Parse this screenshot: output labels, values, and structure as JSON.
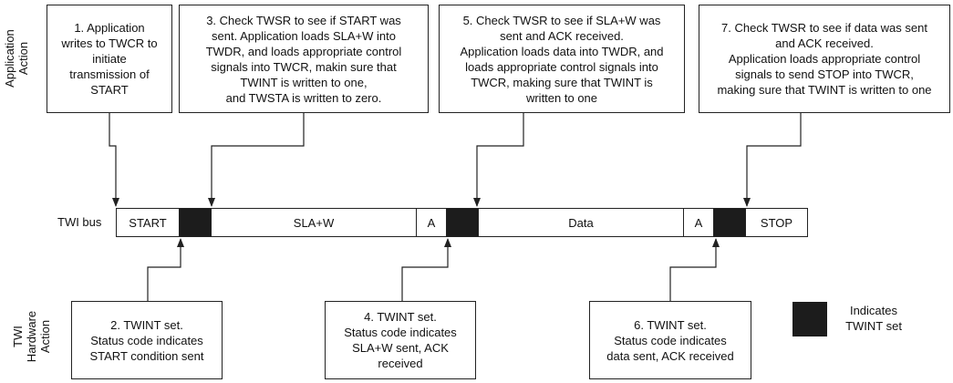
{
  "labels": {
    "application_action": "Application\nAction",
    "hardware_action": "TWI\nHardware\nAction",
    "twi_bus": "TWI bus"
  },
  "app_steps": [
    "1. Application\nwrites to TWCR to\ninitiate\ntransmission of\nSTART",
    "3. Check TWSR to see if START was\nsent. Application loads SLA+W into\nTWDR, and loads appropriate control\nsignals into TWCR, makin sure that\nTWINT is written to one,\nand TWSTA is written to zero.",
    "5. Check TWSR to see if SLA+W was\nsent and ACK received.\nApplication loads data into TWDR, and\nloads appropriate control signals into\nTWCR, making sure that TWINT is\nwritten to one",
    "7. Check TWSR to see if data was sent\nand ACK received.\nApplication loads appropriate control\nsignals to send STOP into TWCR,\nmaking sure that TWINT is written to one"
  ],
  "hw_steps": [
    "2. TWINT set.\nStatus code indicates\nSTART condition sent",
    "4. TWINT set.\nStatus code indicates\nSLA+W sent, ACK\nreceived",
    "6. TWINT set.\nStatus code indicates\ndata sent, ACK received"
  ],
  "bus_segments": [
    {
      "label": "START",
      "flag": false
    },
    {
      "label": "",
      "flag": true
    },
    {
      "label": "SLA+W",
      "flag": false
    },
    {
      "label": "A",
      "flag": false
    },
    {
      "label": "",
      "flag": true
    },
    {
      "label": "Data",
      "flag": false
    },
    {
      "label": "A",
      "flag": false
    },
    {
      "label": "",
      "flag": true
    },
    {
      "label": "STOP",
      "flag": false
    }
  ],
  "legend": {
    "text": "Indicates\nTWINT set",
    "swatch_color": "#1c1c1c"
  }
}
